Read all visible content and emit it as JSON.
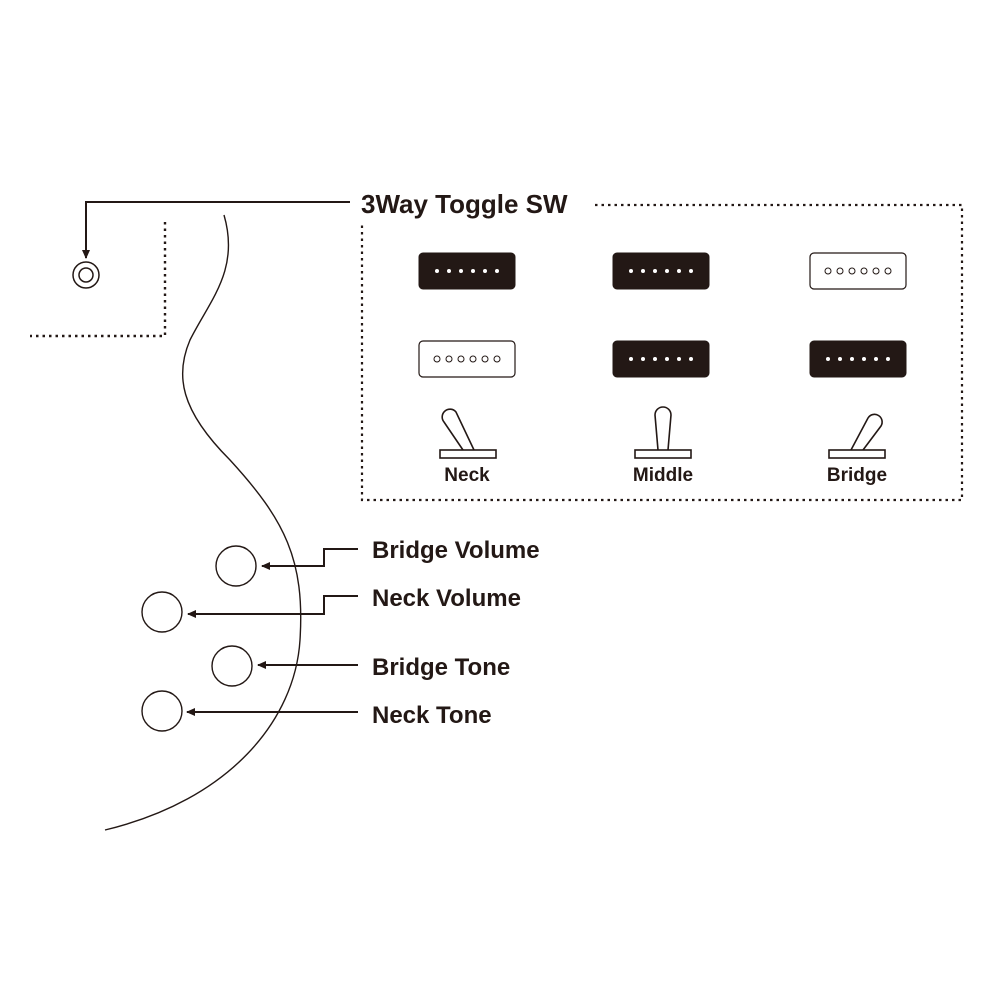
{
  "diagram": {
    "title": "3Way Toggle SW",
    "ink_color": "#231815",
    "background": "#ffffff",
    "output_jack": {
      "icon": "output-jack-icon"
    },
    "toggle_positions": [
      {
        "label": "Neck",
        "lever": "left",
        "neck_pickup": "on",
        "bridge_pickup": "off"
      },
      {
        "label": "Middle",
        "lever": "center",
        "neck_pickup": "on",
        "bridge_pickup": "on"
      },
      {
        "label": "Bridge",
        "lever": "right",
        "neck_pickup": "off",
        "bridge_pickup": "on"
      }
    ],
    "pickup_legend": {
      "active": "filled pickup",
      "inactive": "outlined pickup"
    },
    "controls": [
      {
        "label": "Bridge Volume"
      },
      {
        "label": "Neck Volume"
      },
      {
        "label": "Bridge Tone"
      },
      {
        "label": "Neck Tone"
      }
    ]
  }
}
